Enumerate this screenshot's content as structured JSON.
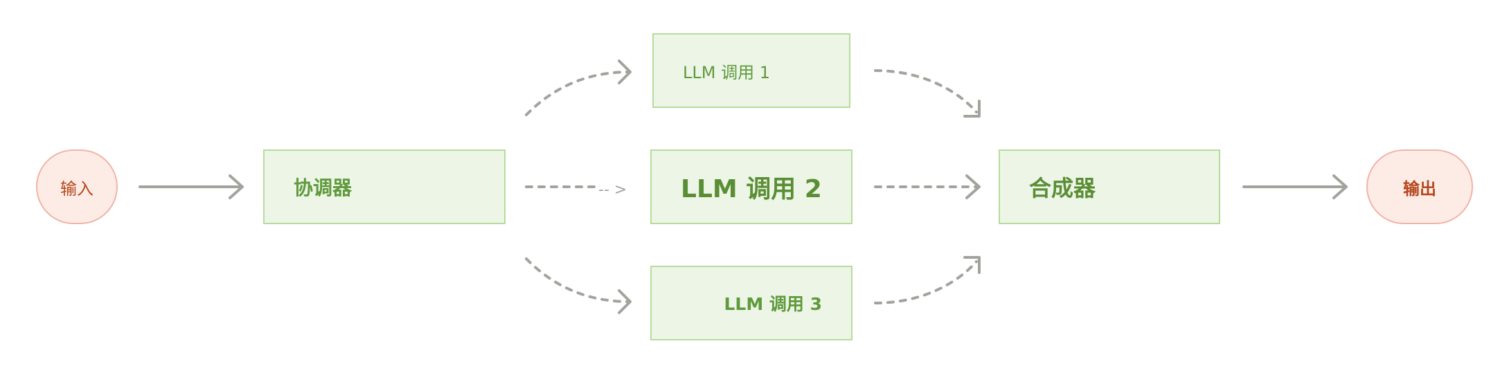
{
  "nodes": {
    "input": "输入",
    "coordinator": "协调器",
    "llm1": "LLM 调用 1",
    "llm2": "LLM 调用 2",
    "llm3": "LLM 调用 3",
    "synthesizer": "合成器",
    "output": "输出"
  },
  "annotations": {
    "dash_arrow_text": "-- >"
  },
  "colors": {
    "pill_fill": "#fdece6",
    "pill_border": "#f0b4a6",
    "pill_text": "#b5471c",
    "box_fill": "#edf5e7",
    "box_border": "#b6dc9c",
    "box_text": "#5f9a3c",
    "arrow": "#a3a39e"
  }
}
